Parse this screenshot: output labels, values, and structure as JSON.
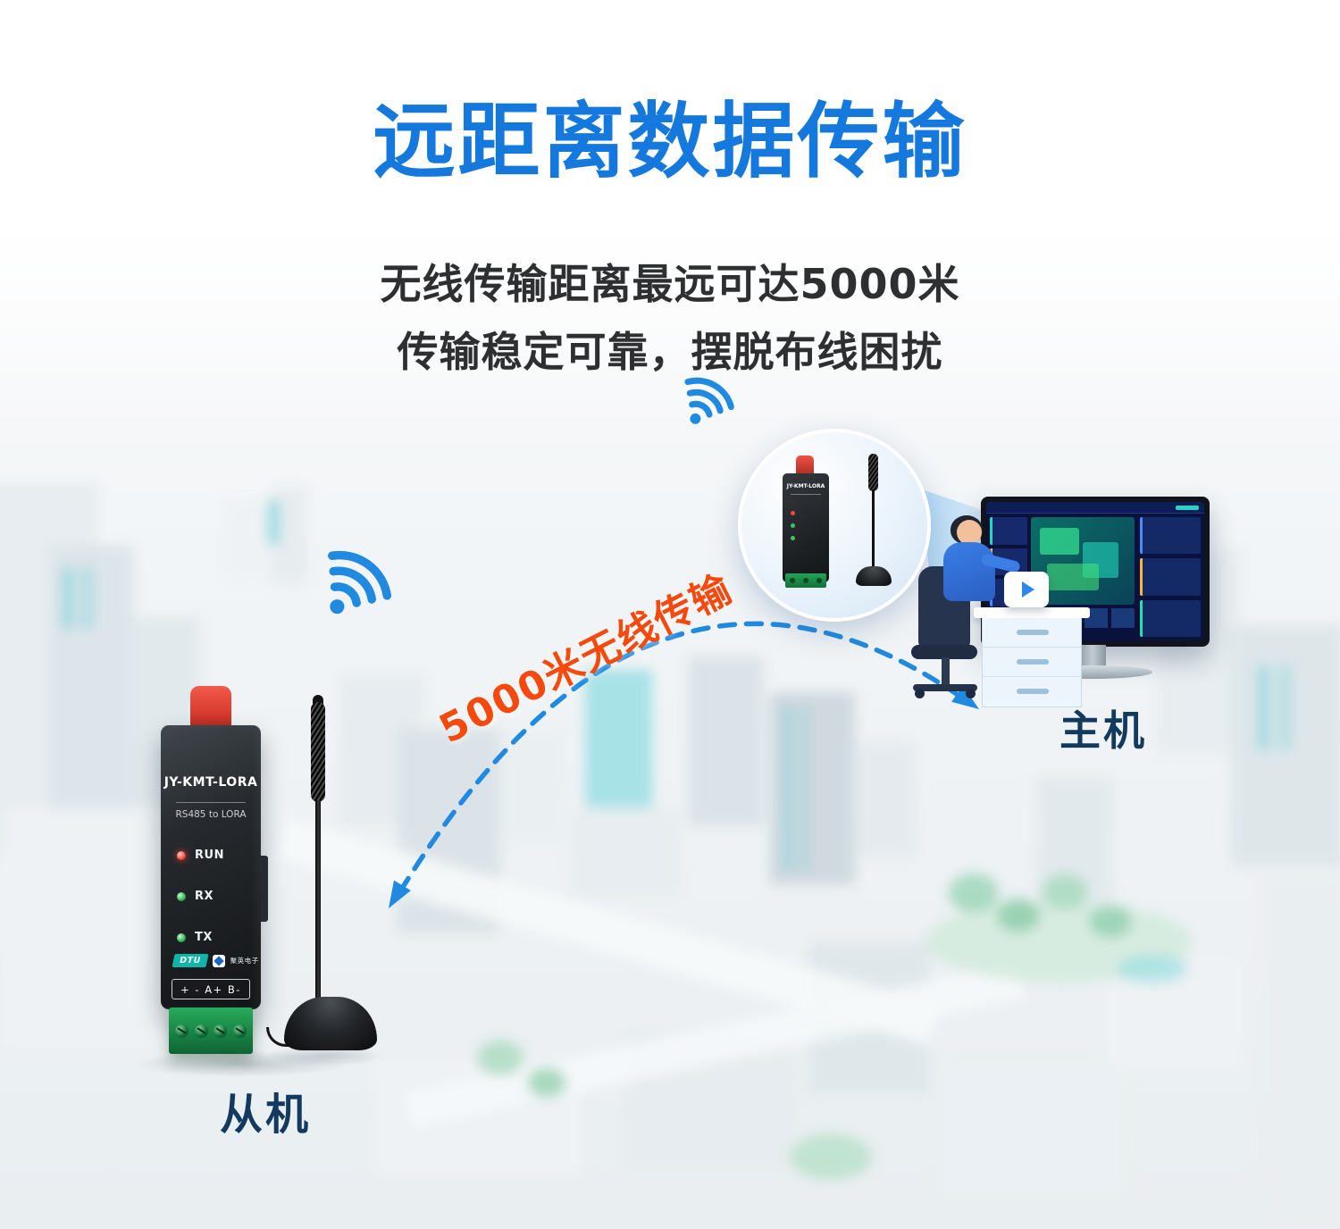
{
  "title": "远距离数据传输",
  "subtitle": {
    "line1": "无线传输距离最远可达5000米",
    "line2": "传输稳定可靠，摆脱布线困扰"
  },
  "arc_label": "5000米无线传输",
  "labels": {
    "slave": "从机",
    "host": "主机"
  },
  "device": {
    "model": "JY-KMT-LORA",
    "subtitle": "RS485 to LORA",
    "leds": [
      {
        "name": "RUN",
        "color": "#ff4538"
      },
      {
        "name": "RX",
        "color": "#35c860"
      },
      {
        "name": "TX",
        "color": "#35c860"
      }
    ],
    "badge": "DTU",
    "brand": "聚英电子",
    "terminals": "+ - A+ B-"
  },
  "icons": {
    "wifi": "wifi-signal-icon",
    "play": "play-icon"
  },
  "colors": {
    "title_blue": "#1478dc",
    "arc_blue": "#1f8ae0",
    "distance_orange": "#f5490e",
    "label_navy": "#123a5e",
    "badge_teal": "#12b3a8",
    "terminal_green": "#1f9e4e",
    "antenna_red": "#d63b2d"
  }
}
